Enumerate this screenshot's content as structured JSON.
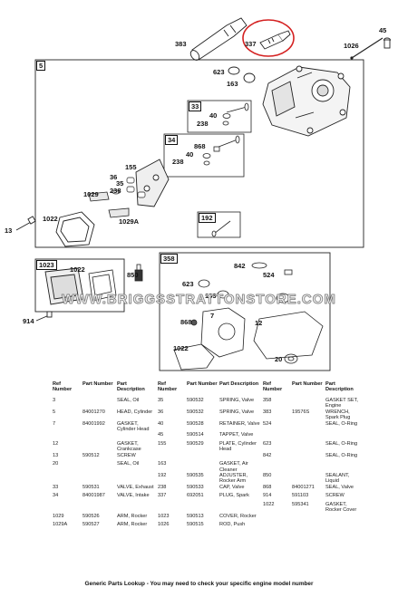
{
  "callouts": {
    "c383": "383",
    "c337": "337",
    "c45": "45",
    "c1026": "1026",
    "c5": "5",
    "c623": "623",
    "c163": "163",
    "c33": "33",
    "c40a": "40",
    "c238a": "238",
    "c34": "34",
    "c868a": "868",
    "c40b": "40",
    "c238b": "238",
    "c155": "155",
    "c36": "36",
    "c35": "35",
    "c238c": "238",
    "c1029": "1029",
    "c1022a": "1022",
    "c1029a": "1029A",
    "c13": "13",
    "c192": "192",
    "c1023": "1023",
    "c1022b": "1022",
    "c850": "850",
    "c358": "358",
    "c842": "842",
    "c524": "524",
    "c623b": "623",
    "c163b": "163",
    "c7": "7",
    "c868b": "868",
    "c12": "12",
    "c1022c": "1022",
    "c20": "20",
    "c914": "914"
  },
  "watermark": "WWW.BRIGGSSTRATTONSTORE.COM",
  "table": {
    "headers": [
      "Ref Number",
      "Part Number",
      "Part Description",
      "Ref Number",
      "Part Number",
      "Part Description",
      "Ref Number",
      "Part Number",
      "Part Description"
    ],
    "rows": [
      [
        "3",
        "",
        "SEAL, Oil",
        "35",
        "590532",
        "SPRING, Valve",
        "358",
        "",
        "GASKET SET, Engine"
      ],
      [
        "5",
        "84001270",
        "HEAD, Cylinder",
        "36",
        "590532",
        "SPRING, Valve",
        "383",
        "19576S",
        "WRENCH, Spark Plug"
      ],
      [
        "7",
        "84001992",
        "GASKET, Cylinder Head",
        "40",
        "590528",
        "RETAINER, Valve",
        "524",
        "",
        "SEAL, O-Ring"
      ],
      [
        "",
        "",
        "",
        "45",
        "590514",
        "TAPPET, Valve",
        "",
        "",
        ""
      ],
      [
        "12",
        "",
        "GASKET, Crankcase",
        "155",
        "590529",
        "PLATE, Cylinder Head",
        "623",
        "",
        "SEAL, O-Ring"
      ],
      [
        "13",
        "590512",
        "SCREW",
        "",
        "",
        "",
        "842",
        "",
        "SEAL, O-Ring"
      ],
      [
        "20",
        "",
        "SEAL, Oil",
        "163",
        "",
        "GASKET, Air Cleaner",
        "",
        "",
        ""
      ],
      [
        "",
        "",
        "",
        "192",
        "590535",
        "ADJUSTER, Rocker Arm",
        "850",
        "",
        "SEALANT, Liquid"
      ],
      [
        "33",
        "590531",
        "VALVE, Exhaust",
        "238",
        "590533",
        "CAP, Valve",
        "868",
        "84001271",
        "SEAL, Valve"
      ],
      [
        "34",
        "84001987",
        "VALVE, Intake",
        "337",
        "692051",
        "PLUG, Spark",
        "914",
        "591103",
        "SCREW"
      ],
      [
        "",
        "",
        "",
        "",
        "",
        "",
        "1022",
        "595341",
        "GASKET, Rocker Cover"
      ],
      [
        "1029",
        "590526",
        "ARM, Rocker",
        "1023",
        "590513",
        "COVER, Rocker",
        "",
        "",
        ""
      ],
      [
        "1029A",
        "590527",
        "ARM, Rocker",
        "1026",
        "590515",
        "ROD, Push",
        "",
        "",
        ""
      ]
    ]
  },
  "footer": "Generic Parts Lookup - You may need to check your specific engine model number"
}
